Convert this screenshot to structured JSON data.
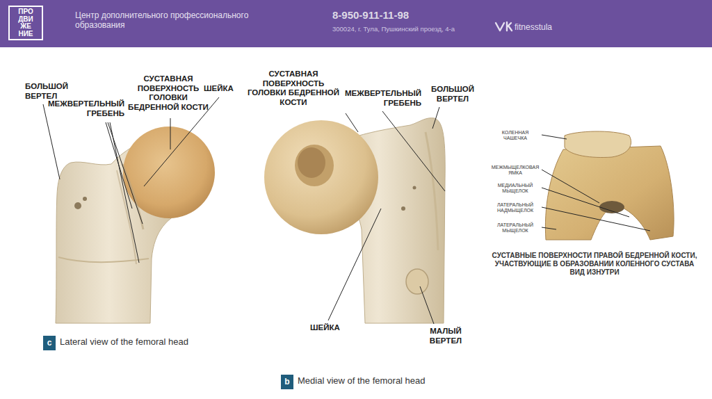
{
  "diagram": {
    "nodes": [
      {
        "text": [
          "Центр дополнительного профессионального образования",
          "8-950-911-11-98",
          "300024, г. Тула, Пушкинский проезд, 4-а",
          "fitnesstula"
        ]
      },
      {
        "text": [
          "ПРО ДВИ ЖЕ НИЕ"
        ],
        "in": 0
      },
      {
        "text": [
          "c"
        ]
      },
      {
        "text": [
          "b"
        ]
      }
    ],
    "labels": [
      "БОЛЬШОЙ ВЕРТЕЛ",
      "МЕЖВЕРТЕЛЬНЫЙ ГРЕБЕНЬ",
      "СУСТАВНАЯ ПОВЕРХНОСТЬ ГОЛОВКИ БЕДРЕННОЙ КОСТИ",
      "ШЕЙКА",
      "Lateral view of the femoral head",
      "СУСТАВНАЯ ПОВЕРХНОСТЬ ГОЛОВКИ БЕДРЕННОЙ КОСТИ",
      "МЕЖВЕРТЕЛЬНЫЙ ГРЕБЕНЬ",
      "БОЛЬШОЙ ВЕРТЕЛ",
      "ШЕЙКА",
      "МАЛЫЙ ВЕРТЕЛ",
      "Medial view of the femoral head",
      "КОЛЕННАЯ ЧАШЕЧКА",
      "МЕЖМЫЩЕЛКОВАЯ ЯМКА",
      "МЕДИАЛЬНЫЙ МЫЩЕЛОК",
      "ЛАТЕРАЛЬНЫЙ НАДМЫЩЕЛОК",
      "ЛАТЕРАЛЬНЫЙ МЫЩЕЛОК",
      "СУСТАВНЫЕ ПОВЕРХНОСТИ ПРАВОЙ БЕДРЕННОЙ КОСТИ, УЧАСТВУЮЩИЕ В ОБРАЗОВАНИИ КОЛЕННОГО СУСТАВА ВИД ИЗНУТРИ"
    ]
  }
}
